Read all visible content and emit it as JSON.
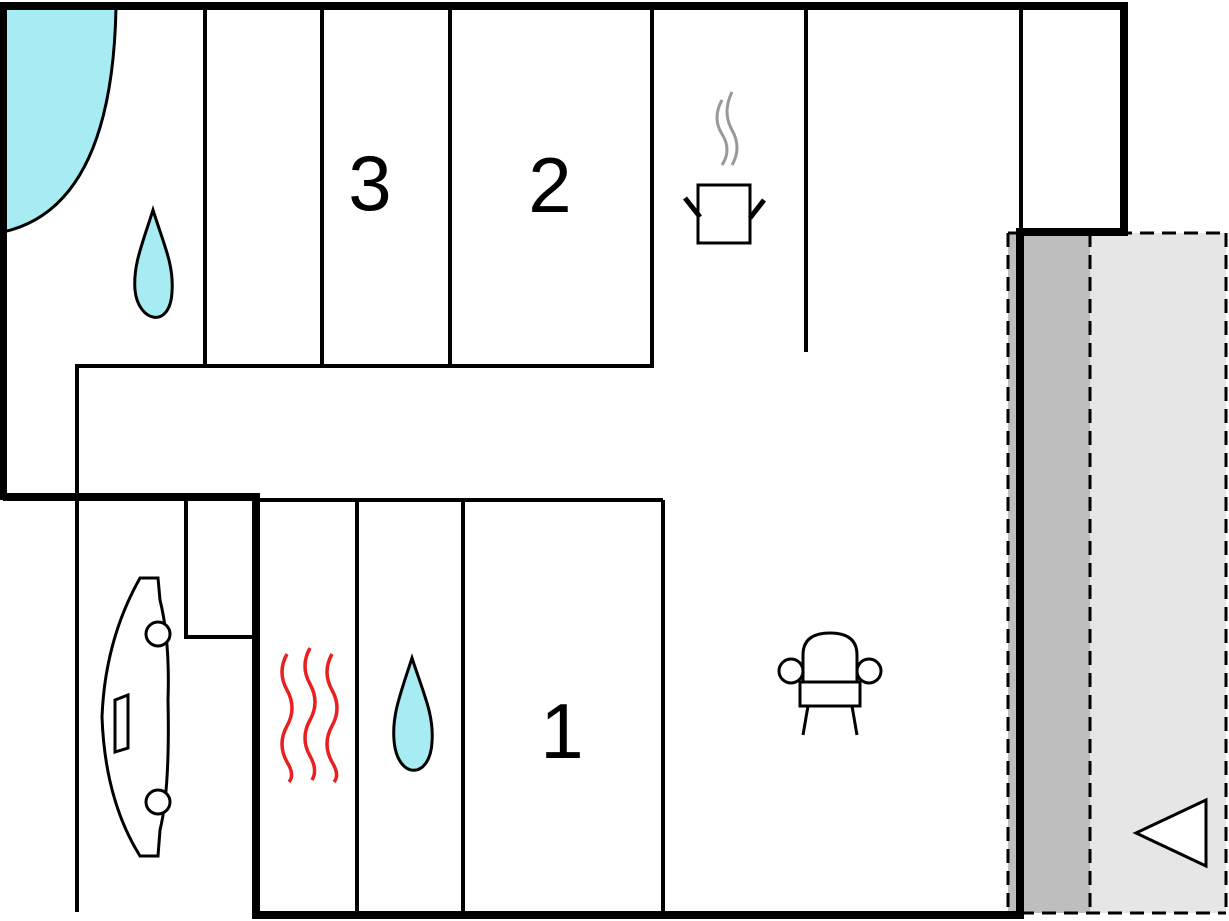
{
  "rooms": [
    {
      "label": "3"
    },
    {
      "label": "2"
    },
    {
      "label": "1"
    }
  ],
  "icons": {
    "pool": "pool-icon",
    "water_drop": "water-drop-icon",
    "cooking_pot": "cooking-pot-icon",
    "car": "car-icon",
    "heating": "heating-icon",
    "armchair": "armchair-icon",
    "entrance_arrow": "entrance-arrow-icon"
  },
  "colors": {
    "water": "#a6ecf2",
    "heat": "#e82020",
    "steam": "#999999",
    "terrace_dark": "#bebebe",
    "terrace_light": "#e6e6e6"
  }
}
